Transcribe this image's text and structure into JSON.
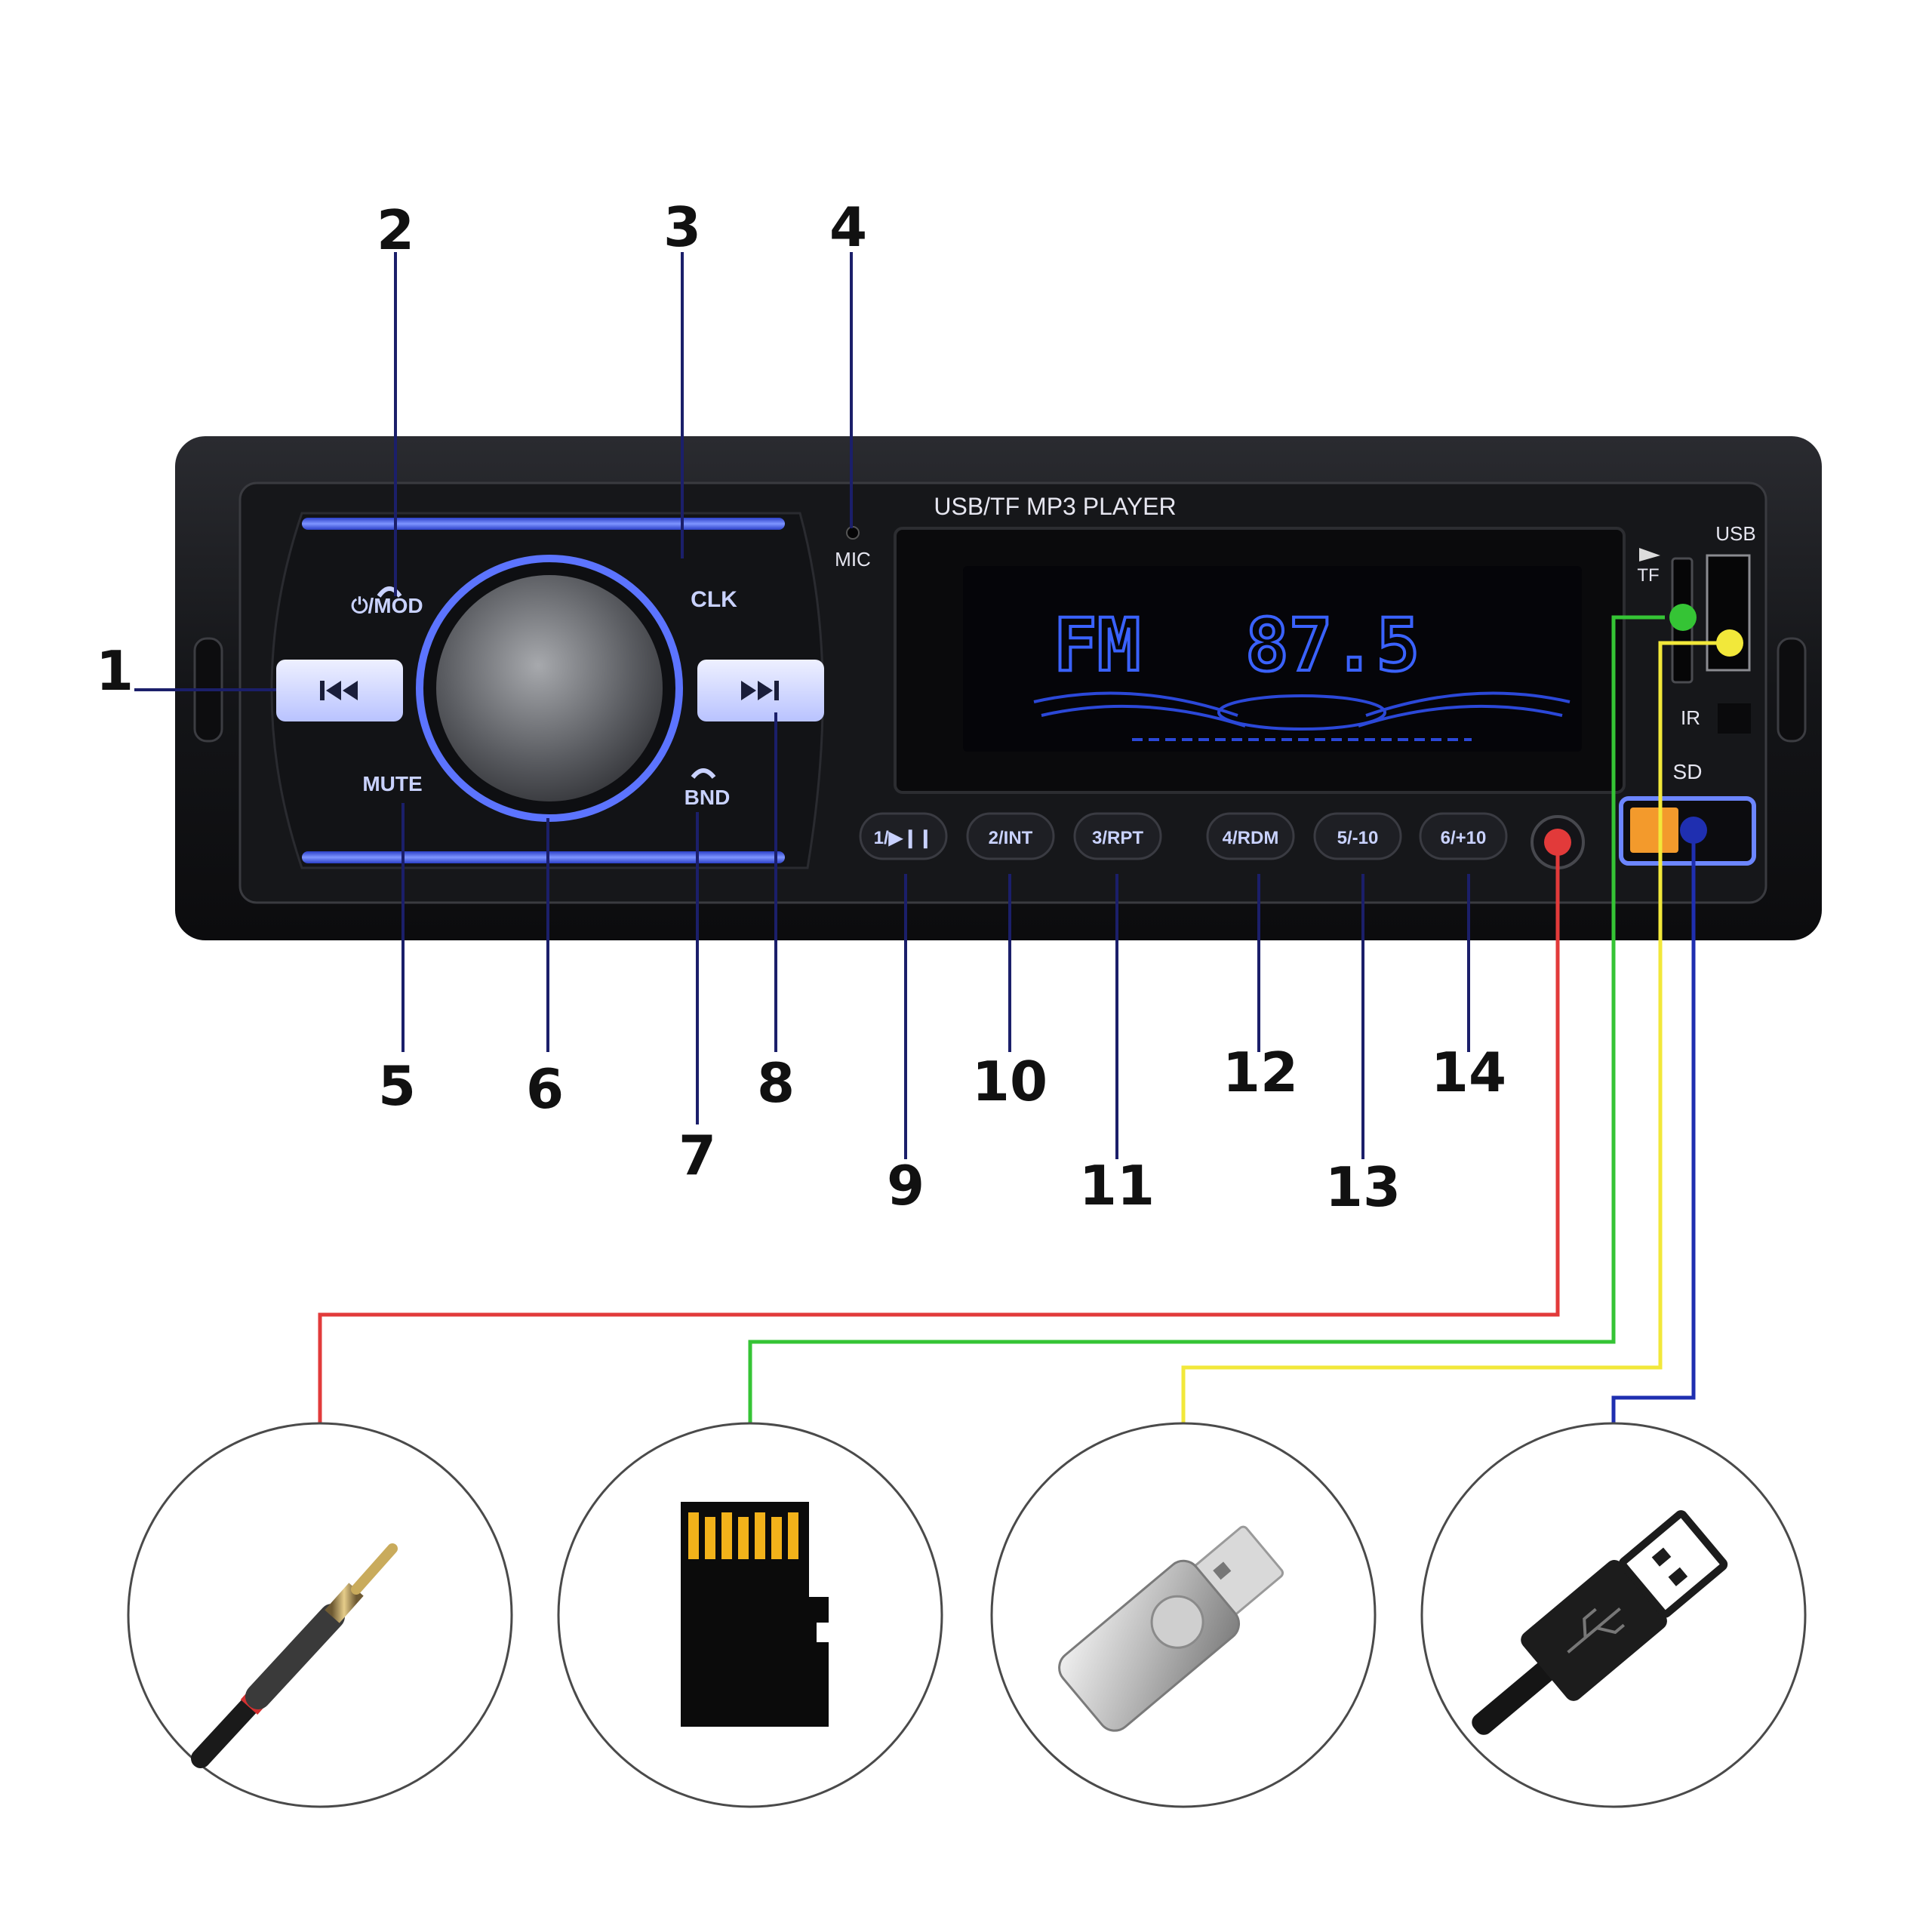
{
  "device": {
    "title": "USB/TF MP3 PLAYER",
    "mic_label": "MIC",
    "tf_label": "TF",
    "usb_label": "USB",
    "ir_label": "IR",
    "sd_label": "SD"
  },
  "display": {
    "band": "FM",
    "frequency": "87.5"
  },
  "knob_labels": {
    "power_mode": "⏻/MOD",
    "clock": "CLK",
    "mute": "MUTE",
    "band": "BND"
  },
  "preset_buttons": [
    "1/▶❙❙",
    "2/INT",
    "3/RPT",
    "4/RDM",
    "5/-10",
    "6/+10"
  ],
  "callouts": [
    "1",
    "2",
    "3",
    "4",
    "5",
    "6",
    "7",
    "8",
    "9",
    "10",
    "11",
    "12",
    "13",
    "14"
  ],
  "connectors": [
    {
      "name": "aux-jack",
      "color": "#e23a3a"
    },
    {
      "name": "tf-card",
      "color": "#35c435"
    },
    {
      "name": "usb-flash-drive",
      "color": "#f2e83a"
    },
    {
      "name": "usb-cable",
      "color": "#1f2fb0"
    }
  ],
  "colors": {
    "backlight": "#4b6bff",
    "line_dark": "#1b1f6a",
    "body": "#1b1c20"
  }
}
